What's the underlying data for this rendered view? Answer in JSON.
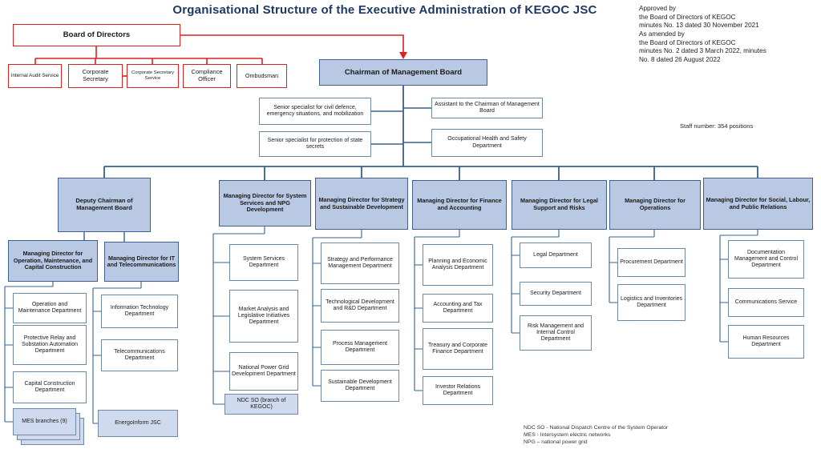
{
  "title": "Organisational Structure of the Executive Administration of KEGOC JSC",
  "approval_note": "Approved by\nthe Board of Directors of KEGOC\nminutes No. 13 dated 30 November 2021\nAs amended by\nthe Board of Directors of KEGOC\nminutes No. 2 dated 3 March 2022, minutes\nNo. 8 dated 26 August 2022",
  "staff_note": "Staff number: 354 positions",
  "footnotes": "NDC SO - National Dispatch Centre of the System Operator\nMES - Intersystem electric networks\nNPG – national power grid",
  "colors": {
    "accent_red": "#dd2020",
    "accent_blue_fill": "#b9c9e3",
    "accent_blue_border": "#40618f",
    "connector_blue": "#36618e",
    "title_navy": "#1f3864",
    "special_fill": "#cfdaee"
  },
  "board": {
    "label": "Board of Directors",
    "subordinates": [
      "Internal Audit Service",
      "Corporate Secretary",
      "Corporate Secretary Service",
      "Compliance Officer",
      "Ombudsman"
    ]
  },
  "chairman": {
    "label": "Chairman of Management Board"
  },
  "chairman_staff": {
    "civil_defence": "Senior specialist for civil defence, emergency situations, and mobilization",
    "state_secrets": "Senior specialist for protection of state secrets",
    "assistant": "Assistant to the Chairman of Management Board",
    "ohs": "Occupational Health and Safety Department"
  },
  "deputy": {
    "label": "Deputy Chairman of Management Board",
    "directors": [
      {
        "label": "Managing Director for Operation, Maintenance, and Capital Construction",
        "departments": [
          "Operation and Maintenance Department",
          "Protective Relay and Substation Automation Department",
          "Capital Construction Department"
        ],
        "special": "MES branches (9)"
      },
      {
        "label": "Managing Director for IT and Telecommunications",
        "departments": [
          "Information Technology Department",
          "Telecommunications Department"
        ],
        "special": "EnergoInform JSC"
      }
    ]
  },
  "directors": [
    {
      "label": "Managing Director for System Services and NPG Development",
      "departments": [
        "System Services Department",
        "Market Analysis and Legislative Initiatives Department",
        "National Power Grid Development Department"
      ],
      "special": "NDC SO (branch of KEGOC)"
    },
    {
      "label": "Managing Director for Strategy and Sustainable Development",
      "departments": [
        "Strategy and Performance Management Department",
        "Technological Development and R&D Department",
        "Process Management Department",
        "Sustainable Development Department"
      ]
    },
    {
      "label": "Managing Director for Finance and Accounting",
      "departments": [
        "Planning and Economic Analysis Department",
        "Accounting and Tax Department",
        "Treasury and Corporate Finance Department",
        "Investor Relations Department"
      ]
    },
    {
      "label": "Managing Director for Legal Support and Risks",
      "departments": [
        "Legal Department",
        "Security Department",
        "Risk Management and Internal Control Department"
      ]
    },
    {
      "label": "Managing Director for Operations",
      "departments": [
        "Procurement Department",
        "Logistics and Inventories Department"
      ]
    },
    {
      "label": "Managing Director for Social, Labour, and Public Relations",
      "departments": [
        "Documentation Management and Control Department",
        "Communications Service",
        "Human Resources Department"
      ]
    }
  ]
}
